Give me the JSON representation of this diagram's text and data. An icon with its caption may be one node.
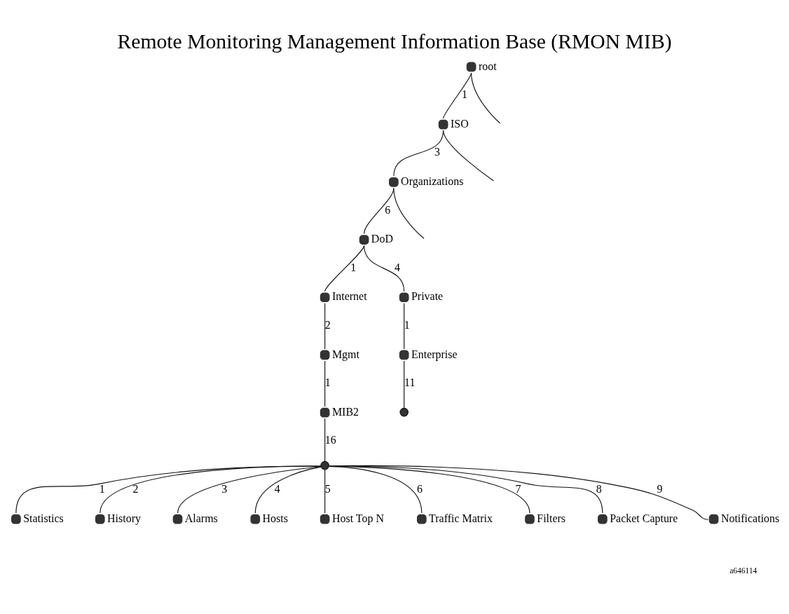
{
  "diagram": {
    "title": "Remote Monitoring Management Information Base (RMON MIB)",
    "nodes": [
      {
        "text": [
          "root"
        ]
      },
      {
        "text": [
          "ISO"
        ]
      },
      {
        "text": [
          "Organizations"
        ]
      },
      {
        "text": [
          "DoD"
        ]
      },
      {
        "text": [
          "Internet"
        ]
      },
      {
        "text": [
          "Private"
        ]
      },
      {
        "text": [
          "Mgmt"
        ]
      },
      {
        "text": [
          "Enterprise"
        ]
      },
      {
        "text": [
          "MIB2"
        ]
      },
      {
        "text": [],
        "shape": "circle"
      },
      {
        "text": [],
        "shape": "circle"
      },
      {
        "text": [
          "Statistics"
        ]
      },
      {
        "text": [
          "History"
        ]
      },
      {
        "text": [
          "Alarms"
        ]
      },
      {
        "text": [
          "Hosts"
        ]
      },
      {
        "text": [
          "Host Top N"
        ]
      },
      {
        "text": [
          "Traffic Matrix"
        ]
      },
      {
        "text": [
          "Filters"
        ]
      },
      {
        "text": [
          "Packet Capture"
        ]
      },
      {
        "text": [
          "Notifications"
        ]
      }
    ],
    "edges": [
      {
        "from": 0,
        "to": 1,
        "arrow": "none",
        "label": "1"
      },
      {
        "from": 0,
        "to": null,
        "arrow": "none"
      },
      {
        "from": 1,
        "to": null,
        "arrow": "none"
      },
      {
        "from": 1,
        "to": 2,
        "arrow": "none",
        "label": "3"
      },
      {
        "from": 2,
        "to": null,
        "arrow": "none"
      },
      {
        "from": 2,
        "to": 3,
        "arrow": "none",
        "label": "6"
      },
      {
        "from": 3,
        "to": 4,
        "arrow": "none",
        "label": "1"
      },
      {
        "from": 3,
        "to": 5,
        "arrow": "none",
        "label": "4"
      },
      {
        "from": 4,
        "to": 6,
        "arrow": "none",
        "label": "2"
      },
      {
        "from": 5,
        "to": 7,
        "arrow": "none",
        "label": "1"
      },
      {
        "from": 6,
        "to": 8,
        "arrow": "none",
        "label": "1"
      },
      {
        "from": 7,
        "to": 9,
        "arrow": "none",
        "label": "11"
      },
      {
        "from": 8,
        "to": 10,
        "arrow": "none",
        "label": "16"
      },
      {
        "from": 10,
        "to": 11,
        "arrow": "none",
        "label": "1"
      },
      {
        "from": 10,
        "to": 12,
        "arrow": "none",
        "label": "2"
      },
      {
        "from": 10,
        "to": 13,
        "arrow": "none",
        "label": "3"
      },
      {
        "from": 10,
        "to": 14,
        "arrow": "none",
        "label": "4"
      },
      {
        "from": 10,
        "to": 15,
        "arrow": "none",
        "label": "5"
      },
      {
        "from": 10,
        "to": 16,
        "arrow": "none",
        "label": "6"
      },
      {
        "from": 10,
        "to": 17,
        "arrow": "none",
        "label": "7"
      },
      {
        "from": 10,
        "to": 18,
        "arrow": "none",
        "label": "8"
      },
      {
        "from": 10,
        "to": 19,
        "arrow": "none",
        "label": "9"
      }
    ],
    "labels": [
      "a646114"
    ]
  }
}
